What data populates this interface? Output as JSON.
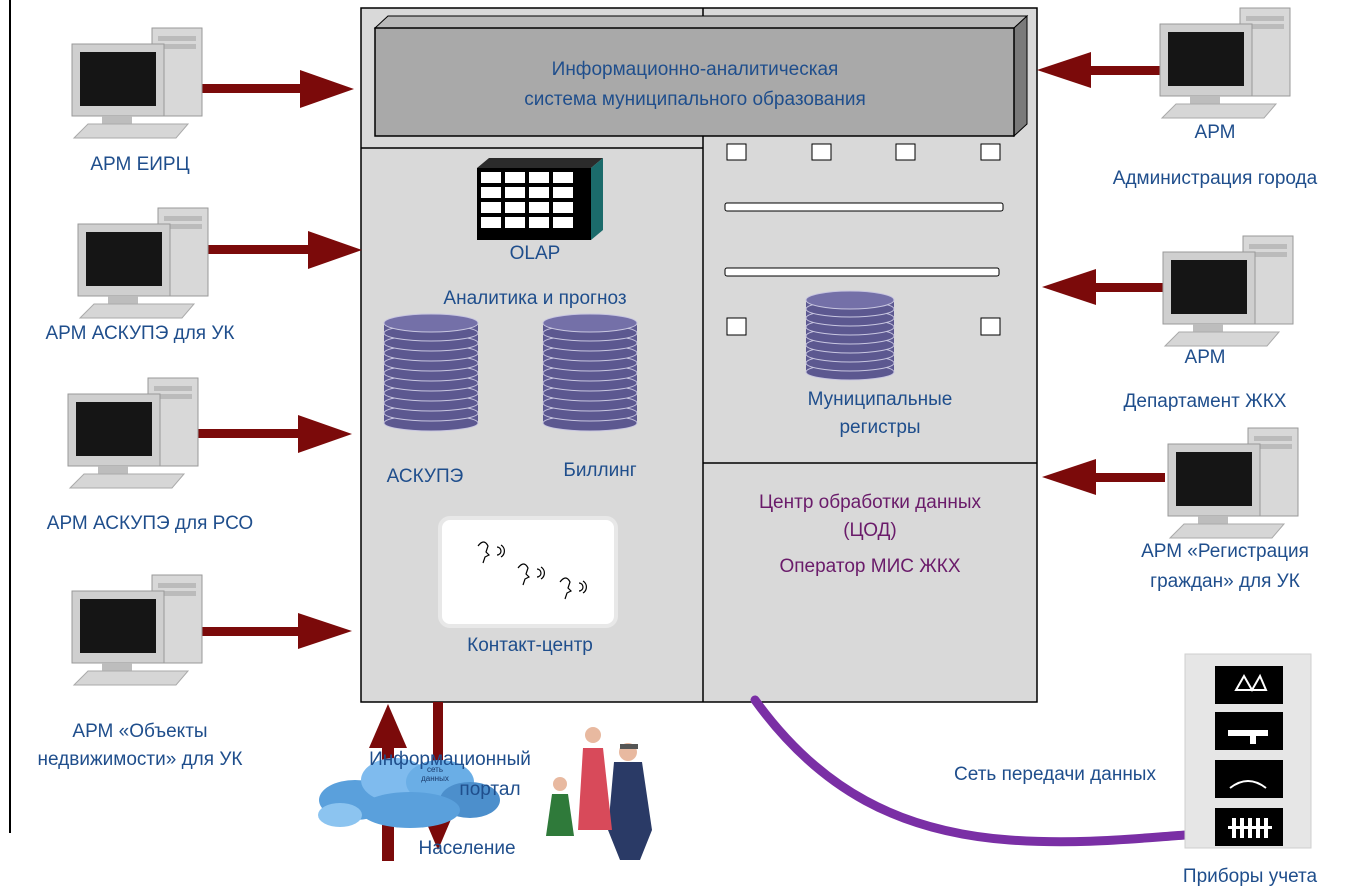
{
  "main_system": {
    "title_line1": "Информационно-аналитическая",
    "title_line2": "система муниципального образования"
  },
  "left_workstations": [
    {
      "label": "АРМ ЕИРЦ"
    },
    {
      "label": "АРМ АСКУПЭ для УК"
    },
    {
      "label": "АРМ АСКУПЭ для РСО"
    },
    {
      "label_line1": "АРМ «Объекты",
      "label_line2": "недвижимости» для УК"
    }
  ],
  "right_workstations": [
    {
      "label_line1": "АРМ",
      "label_line2": "Администрация города"
    },
    {
      "label_line1": "АРМ",
      "label_line2": "Департамент ЖКХ"
    },
    {
      "label_line1": "АРМ «Регистрация",
      "label_line2": "граждан» для УК"
    }
  ],
  "modules": {
    "olap": "OLAP",
    "analytics": "Аналитика и прогноз",
    "askupe": "АСКУПЭ",
    "billing": "Биллинг",
    "contact_center": "Контакт-центр",
    "registers_line1": "Муниципальные",
    "registers_line2": "регистры"
  },
  "data_center": {
    "line1": "Центр обработки данных",
    "line2": "(ЦОД)",
    "line3": "Оператор МИС ЖКХ"
  },
  "bottom": {
    "portal_line1": "Информационный",
    "portal_line2": "портал",
    "cloud_text_line1": "сеть",
    "cloud_text_line2": "данных",
    "population": "Население",
    "network": "Сеть передачи данных",
    "meters": "Приборы учета"
  },
  "colors": {
    "arrow": "#7b0a0a",
    "label": "#1f4e8c",
    "dc_text": "#6a1b6a",
    "db": "#6e6aa0",
    "panel": "#d9d9d9",
    "network_line": "#7a2fa5"
  }
}
